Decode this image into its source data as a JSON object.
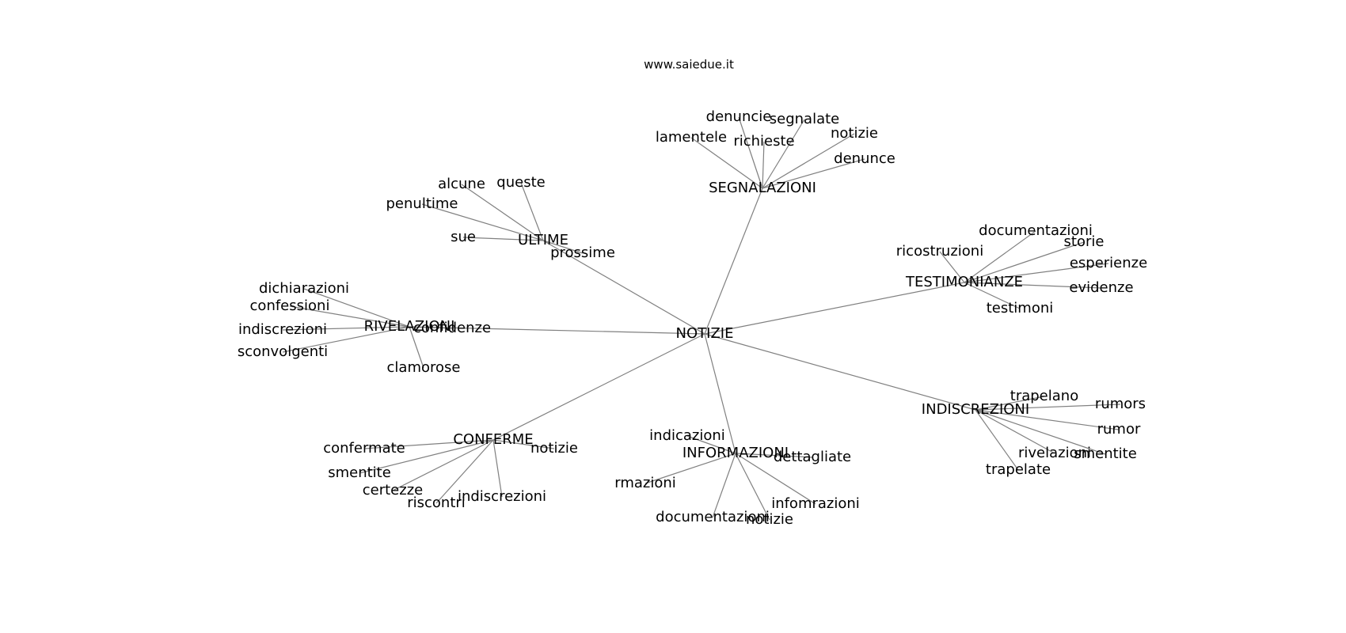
{
  "header": {
    "title": "www.saiedue.it"
  },
  "graph": {
    "root": "NOTIZIE",
    "hubs": [
      {
        "label": "SEGNALAZIONI",
        "leaves": [
          "denuncie",
          "segnalate",
          "lamentele",
          "richieste",
          "notizie",
          "denunce"
        ]
      },
      {
        "label": "ULTIME",
        "leaves": [
          "alcune",
          "queste",
          "penultime",
          "sue",
          "prossime"
        ]
      },
      {
        "label": "TESTIMONIANZE",
        "leaves": [
          "documentazioni",
          "ricostruzioni",
          "storie",
          "esperienze",
          "evidenze",
          "testimoni"
        ]
      },
      {
        "label": "RIVELAZIONI",
        "leaves": [
          "dichiarazioni",
          "confessioni",
          "indiscrezioni",
          "sconvolgenti",
          "confidenze",
          "clamorose"
        ]
      },
      {
        "label": "INDISCREZIONI",
        "leaves": [
          "trapelano",
          "rumors",
          "rumor",
          "rivelazioni",
          "smentite",
          "trapelate"
        ]
      },
      {
        "label": "CONFERME",
        "leaves": [
          "confermate",
          "notizie",
          "smentite",
          "certezze",
          "riscontri",
          "indiscrezioni"
        ]
      },
      {
        "label": "INFORMAZIONI",
        "leaves": [
          "indicazioni",
          "dettagliate",
          "rmazioni",
          "infomrazioni",
          "documentazioni",
          "notizie"
        ]
      }
    ]
  }
}
